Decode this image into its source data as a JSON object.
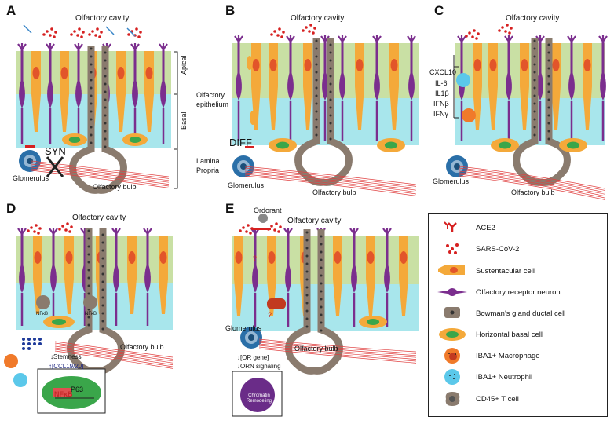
{
  "panels": {
    "A": {
      "label": "A",
      "cavity": "Olfactory cavity",
      "apical": "Apical",
      "basal": "Basal",
      "epithelium": "Olfactory epithelium",
      "lamina": "Lamina Propria",
      "syn": "SYN",
      "glomerulus": "Glomerulus",
      "bulb": "Olfactory bulb"
    },
    "B": {
      "label": "B",
      "cavity": "Olfactory cavity",
      "diff": "DIFF",
      "glomerulus": "Glomerulus",
      "bulb": "Olfactory bulb"
    },
    "C": {
      "label": "C",
      "cavity": "Olfactory cavity",
      "glomerulus": "Glomerulus",
      "bulb": "Olfactory bulb",
      "cytokines": [
        "CXCL10",
        "IL-6",
        "IL1β",
        "IFNβ",
        "IFNγ"
      ]
    },
    "D": {
      "label": "D",
      "cavity": "Olfactory cavity",
      "bulb": "Olfactory bulb",
      "nfkb_left": "NFκB",
      "nfkb_right": "NFκB",
      "stemness": "↓Stemness",
      "ccl": "↑[CCL19/20]",
      "box_nfkb": "NFκB",
      "box_p63": "P63"
    },
    "E": {
      "label": "E",
      "cavity": "Olfactory cavity",
      "odorant": "Ordorant",
      "glomerulus": "Glomerulus",
      "bulb": "Olfactory bulb",
      "or_gene": "↓[OR gene]",
      "orn_signaling": "↓ORN signaling",
      "chromatin": "Chromatin Remodeling",
      "question": "?"
    }
  },
  "legend": {
    "items": [
      {
        "label": "ACE2",
        "icon": "ace2-receptor"
      },
      {
        "label": "SARS-CoV-2",
        "icon": "virus-dots"
      },
      {
        "label": "Sustentacular cell",
        "icon": "sustentacular-cell"
      },
      {
        "label": "Olfactory receptor neuron",
        "icon": "neuron"
      },
      {
        "label": "Bowman's gland ductal cell",
        "icon": "ductal-cell"
      },
      {
        "label": "Horizontal basal cell",
        "icon": "basal-cell"
      },
      {
        "label": "IBA1+ Macrophage",
        "icon": "macrophage"
      },
      {
        "label": "IBA1+ Neutrophil",
        "icon": "neutrophil"
      },
      {
        "label": "CD45+ T cell",
        "icon": "t-cell"
      }
    ]
  },
  "colors": {
    "apical_bg": "#c9e0a4",
    "basal_bg": "#a8e6ec",
    "neuron": "#7b2e8e",
    "sustentacular": "#f4a93a",
    "nucleus": "#e2552a",
    "ductal": "#8a7b6e",
    "basal_cell": "#f4a93a",
    "basal_nucleus": "#3aa64a",
    "virus": "#d62020",
    "vessel": "#e04040"
  }
}
